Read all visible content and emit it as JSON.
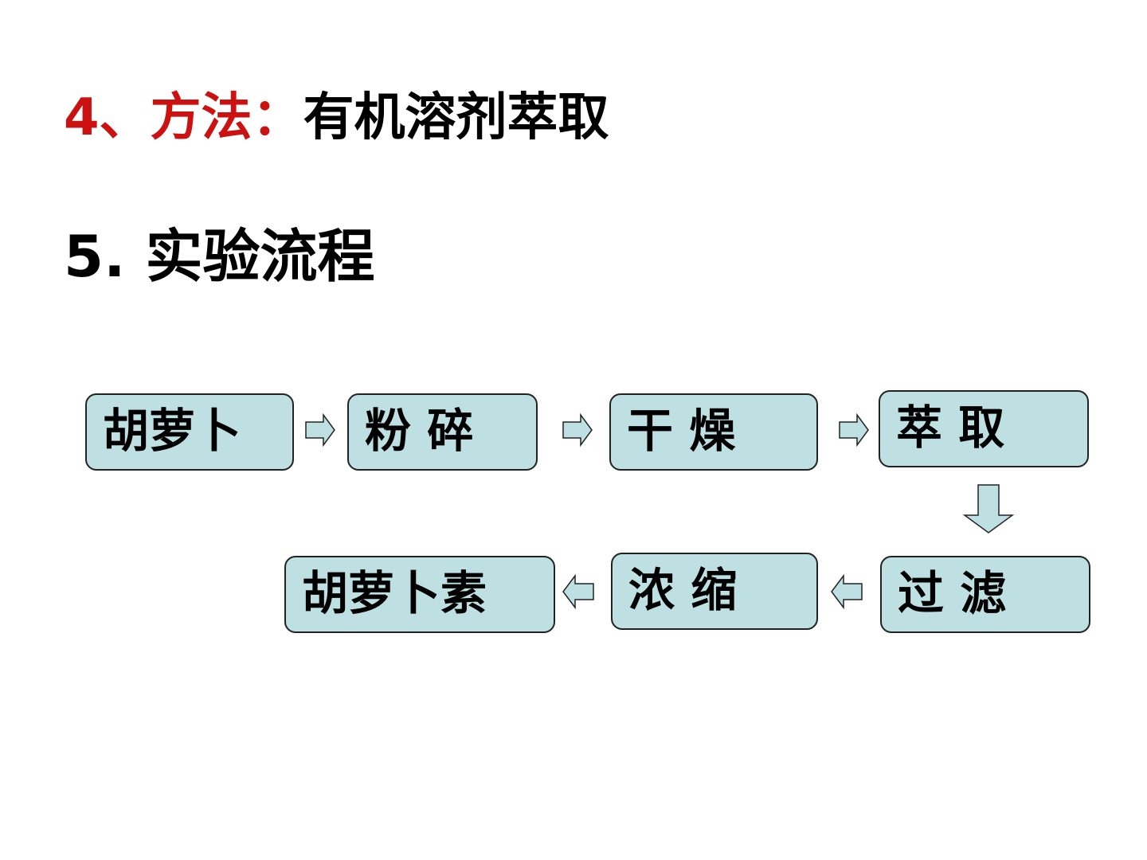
{
  "heading_method": {
    "prefix": "4、方法：",
    "text": "有机溶剂萃取"
  },
  "heading_flow": "5. 实验流程",
  "flow_steps": [
    "胡萝卜",
    "粉 碎",
    "干 燥",
    "萃 取",
    "过 滤",
    "浓 缩",
    "胡萝卜素"
  ],
  "colors": {
    "heading_accent": "#cc1111",
    "box_fill": "#bfe0e3",
    "box_border": "#222222"
  }
}
